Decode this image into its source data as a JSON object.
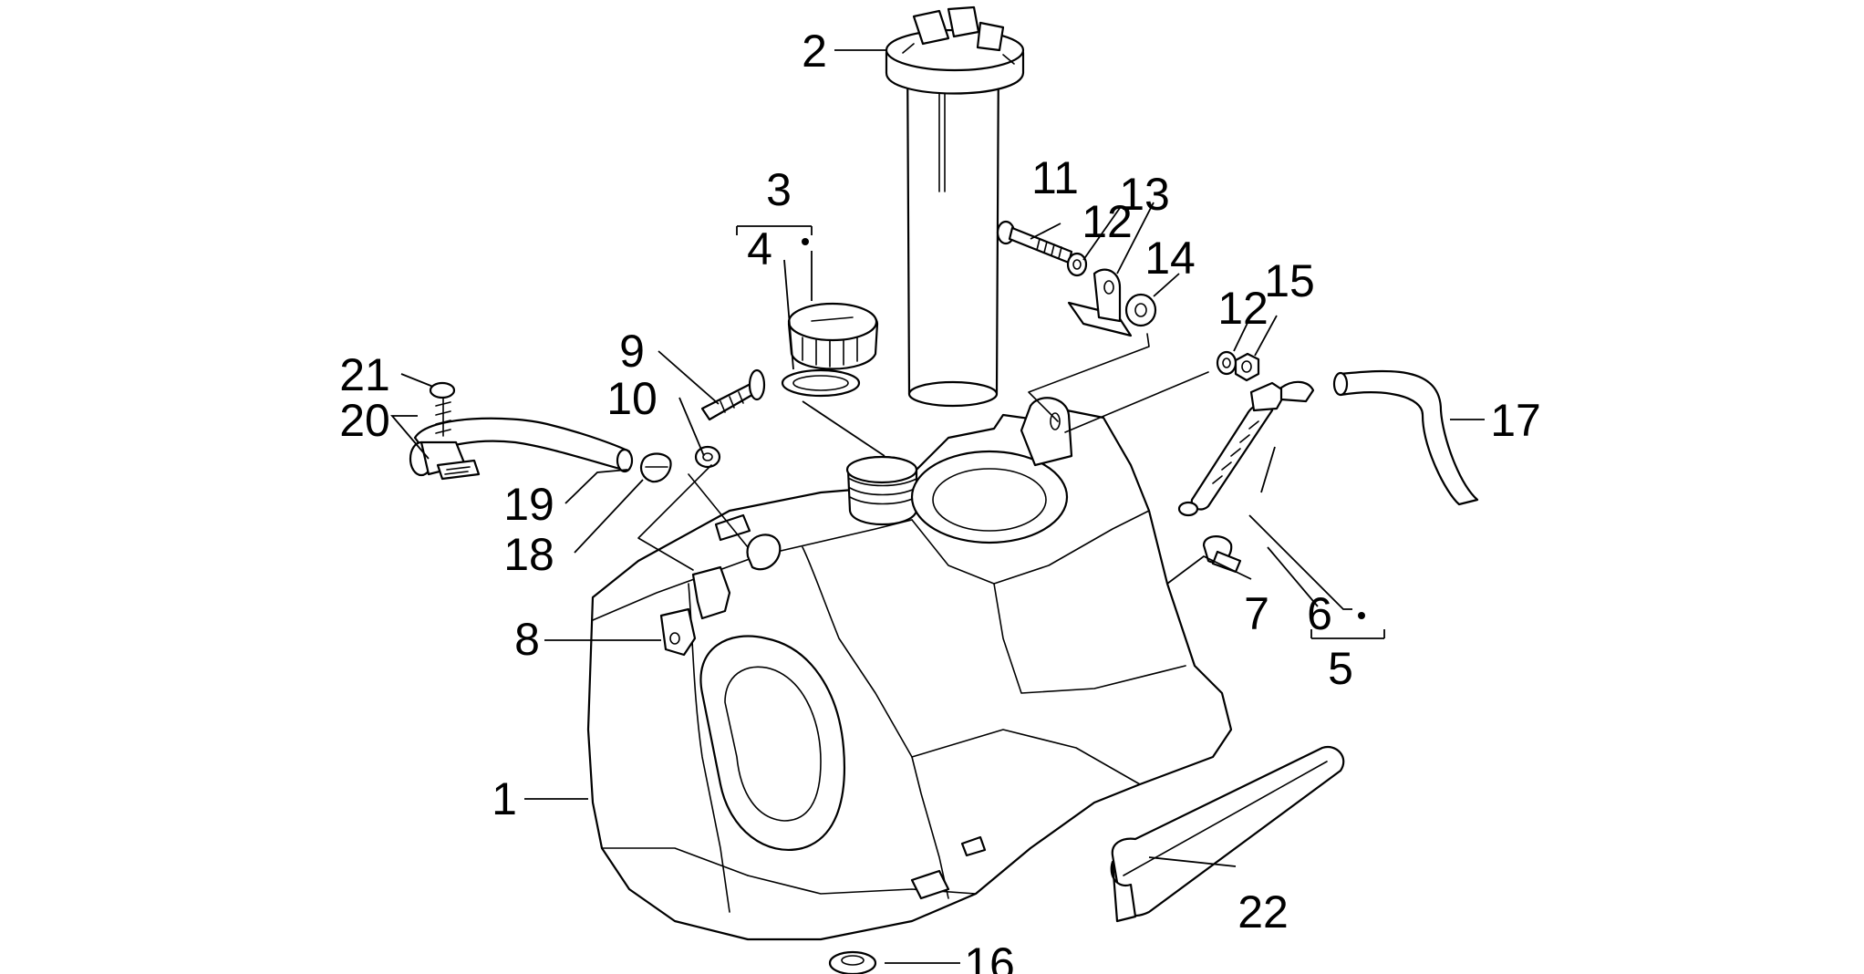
{
  "diagram": {
    "background": "#ffffff",
    "line_color": "#000000",
    "callouts": {
      "c1": "1",
      "c2": "2",
      "c3": "3",
      "c4": "4",
      "c5": "5",
      "c6": "6",
      "c7": "7",
      "c8": "8",
      "c9": "9",
      "c10": "10",
      "c11": "11",
      "c12a": "12",
      "c12b": "12",
      "c13": "13",
      "c14": "14",
      "c15": "15",
      "c16": "16",
      "c17": "17",
      "c18": "18",
      "c19": "19",
      "c20": "20",
      "c21": "21",
      "c22": "22"
    }
  }
}
